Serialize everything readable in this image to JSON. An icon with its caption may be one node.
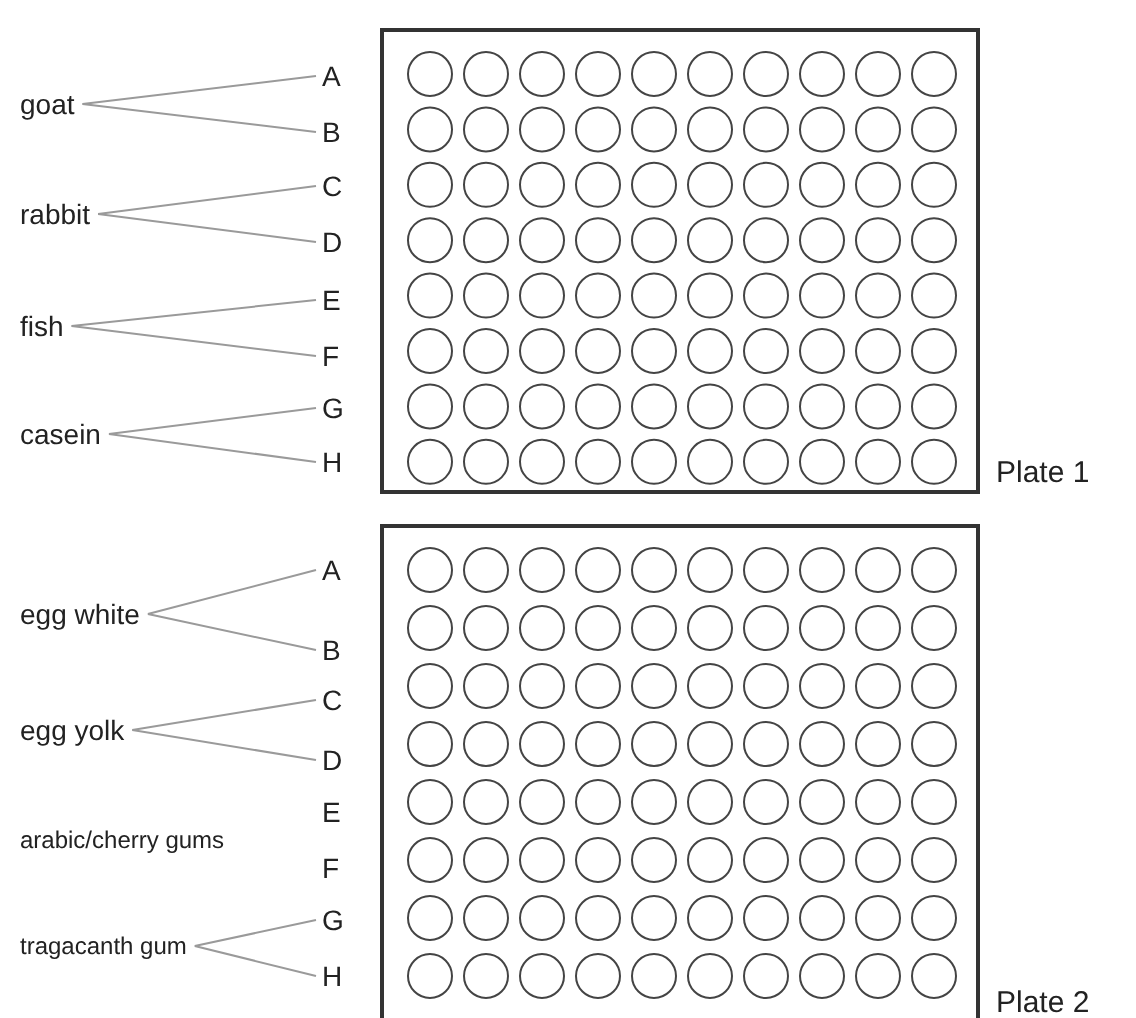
{
  "diagram": {
    "nodes": [
      {
        "text": [
          "goat"
        ]
      },
      {
        "text": [
          "A"
        ]
      },
      {
        "text": [
          "B"
        ]
      },
      {
        "text": [
          "rabbit"
        ]
      },
      {
        "text": [
          "C"
        ]
      },
      {
        "text": [
          "D"
        ]
      },
      {
        "text": [
          "fish"
        ]
      },
      {
        "text": [
          "E"
        ]
      },
      {
        "text": [
          "F"
        ]
      },
      {
        "text": [
          "casein"
        ]
      },
      {
        "text": [
          "G"
        ]
      },
      {
        "text": [
          "H"
        ]
      },
      {
        "text": [],
        "shape": "box",
        "beside": [
          "Plate 1"
        ]
      },
      {
        "text": [
          "egg white"
        ]
      },
      {
        "text": [
          "A"
        ]
      },
      {
        "text": [
          "B"
        ]
      },
      {
        "text": [
          "egg yolk"
        ]
      },
      {
        "text": [
          "C"
        ]
      },
      {
        "text": [
          "D"
        ]
      },
      {
        "text": [
          "arabic/cherry gums"
        ]
      },
      {
        "text": [
          "E"
        ]
      },
      {
        "text": [
          "F"
        ]
      },
      {
        "text": [
          "tragacanth gum"
        ]
      },
      {
        "text": [
          "G"
        ]
      },
      {
        "text": [
          "H"
        ]
      },
      {
        "text": [],
        "shape": "box",
        "beside": [
          "Plate 2"
        ]
      }
    ],
    "edges": [
      {
        "from": 0,
        "to": 1,
        "arrow": "none"
      },
      {
        "from": 0,
        "to": 2,
        "arrow": "none"
      },
      {
        "from": 3,
        "to": 4,
        "arrow": "none"
      },
      {
        "from": 3,
        "to": 5,
        "arrow": "none"
      },
      {
        "from": 6,
        "to": 7,
        "arrow": "none"
      },
      {
        "from": 6,
        "to": 8,
        "arrow": "none"
      },
      {
        "from": 9,
        "to": 10,
        "arrow": "none"
      },
      {
        "from": 9,
        "to": 11,
        "arrow": "none"
      },
      {
        "from": 13,
        "to": 14,
        "arrow": "none"
      },
      {
        "from": 13,
        "to": 15,
        "arrow": "none"
      },
      {
        "from": 16,
        "to": 17,
        "arrow": "none"
      },
      {
        "from": 16,
        "to": 18,
        "arrow": "none"
      },
      {
        "from": 22,
        "to": 23,
        "arrow": "none"
      },
      {
        "from": 22,
        "to": 24,
        "arrow": "none"
      }
    ]
  }
}
